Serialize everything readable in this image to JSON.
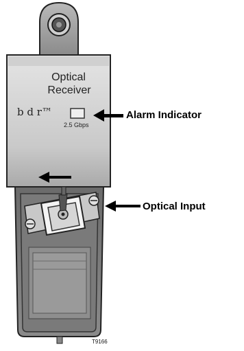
{
  "diagram": {
    "module_title_line1": "Optical",
    "module_title_line2": "Receiver",
    "brand": "b d r™",
    "data_rate": "2.5 Gbps",
    "callouts": {
      "alarm_indicator": "Alarm Indicator",
      "optical_input": "Optical Input"
    },
    "figure_id": "T9166"
  }
}
